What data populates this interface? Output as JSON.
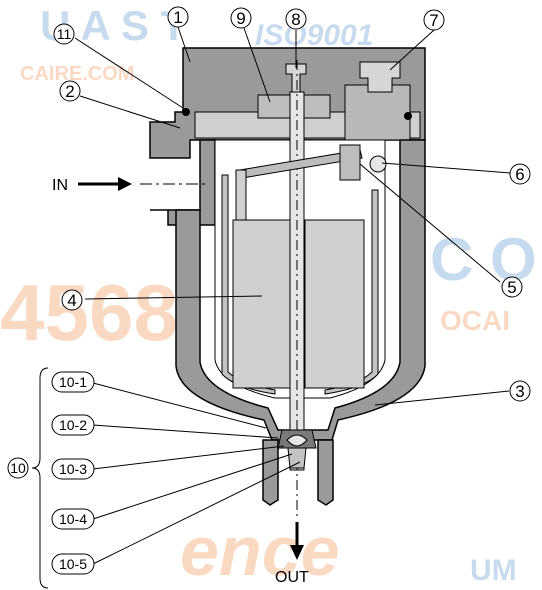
{
  "labels": {
    "in": "IN",
    "out": "OUT",
    "p1": "1",
    "p2": "2",
    "p3": "3",
    "p4": "4",
    "p5": "5",
    "p6": "6",
    "p7": "7",
    "p8": "8",
    "p9": "9",
    "p10": "10",
    "p11": "11",
    "p10_1": "10-1",
    "p10_2": "10-2",
    "p10_3": "10-3",
    "p10_4": "10-4",
    "p10_5": "10-5"
  },
  "colors": {
    "body": "#9a9a9a",
    "body_dark": "#6f6f6f",
    "body_light": "#c4c4c4",
    "float": "#d0d0d0",
    "watermark_blue": "#3b7fc4",
    "watermark_orange": "#f07a2a",
    "watermark_green": "#7fc47a"
  }
}
